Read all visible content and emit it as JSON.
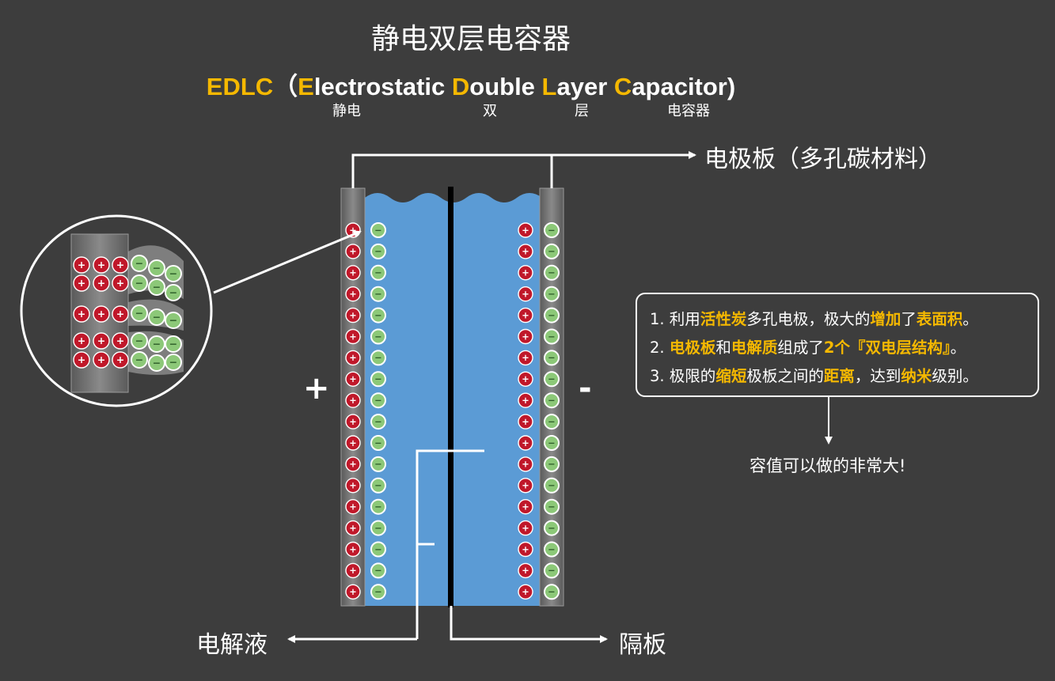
{
  "title": "静电双层电容器",
  "subtitle": {
    "abbr": "EDLC",
    "open": "（",
    "words": [
      {
        "cap": "E",
        "rest": "lectrostatic "
      },
      {
        "cap": "D",
        "rest": "ouble "
      },
      {
        "cap": "L",
        "rest": "ayer "
      },
      {
        "cap": "C",
        "rest": "apacitor"
      }
    ],
    "close": ")"
  },
  "gloss": {
    "electrostatic": "静电",
    "double": "双",
    "layer": "层",
    "capacitor": "电容器"
  },
  "labels": {
    "electrode": "电极板（多孔碳材料）",
    "electrolyte": "电解液",
    "separator": "隔板",
    "positive": "+",
    "negative": "-"
  },
  "ions": {
    "plus_symbol": "+",
    "minus_symbol": "−",
    "count_per_column": 18
  },
  "points": [
    {
      "prefix": "1. 利用",
      "h1": "活性炭",
      "mid1": "多孔电极，极大的",
      "h2": "增加",
      "mid2": "了",
      "h3": "表面积",
      "suffix": "。"
    },
    {
      "prefix": "2. ",
      "h1": "电极板",
      "mid1": "和",
      "h2": "电解质",
      "mid2": "组成了",
      "h3": "2个『双电层结构』",
      "suffix": "。"
    },
    {
      "prefix": "3. 极限的",
      "h1": "缩短",
      "mid1": "极板之间的",
      "h2": "距离",
      "mid2": "，达到",
      "h3": "纳米",
      "suffix": "级别。"
    }
  ],
  "conclusion": "容值可以做的非常大!",
  "colors": {
    "background": "#3d3d3d",
    "highlight": "#f5b800",
    "electrolyte": "#5b9bd5",
    "electrode": "#6e6e6e",
    "plus_ion": "#c0182a",
    "minus_ion": "#8cc878"
  }
}
